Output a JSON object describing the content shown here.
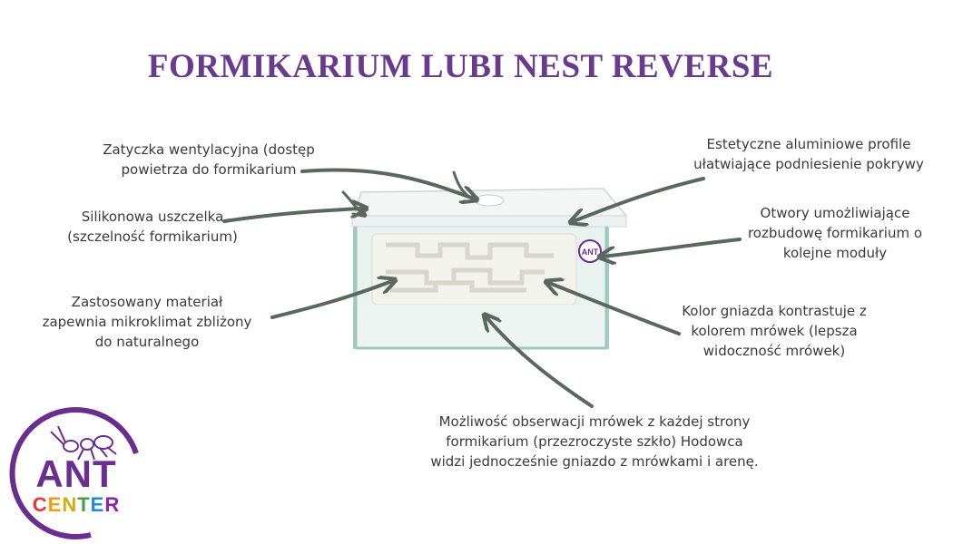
{
  "title": "FORMIKARIUM LUBI NEST REVERSE",
  "callouts": {
    "vent_plug": [
      "Zatyczka wentylacyjna (dostęp",
      "powietrza do formikarium"
    ],
    "seal": [
      "Silikonowa uszczelka",
      "(szczelność formikarium)"
    ],
    "material": [
      "Zastosowany materiał",
      "zapewnia mikroklimat zbliżony",
      "do naturalnego"
    ],
    "profiles": [
      "Estetyczne aluminiowe profile",
      "ułatwiające podniesienie pokrywy"
    ],
    "openings": [
      "Otwory umożliwiające",
      "rozbudowę formikarium o",
      "kolejne moduły"
    ],
    "color": [
      "Kolor gniazda kontrastuje z",
      "kolorem mrówek (lepsza",
      "widoczność mrówek)"
    ],
    "observation": [
      "Możliwość obserwacji mrówek z każdej strony",
      "formikarium (przezroczyste szkło) Hodowca",
      "widzi jednocześnie gniazdo z mrówkami i arenę."
    ]
  },
  "product_badge": "ANT",
  "logo": {
    "ant": "ANT",
    "center_letters": [
      "C",
      "E",
      "N",
      "T",
      "E",
      "R"
    ]
  },
  "colors": {
    "title": "#6a3a8f",
    "arrow": "#5a6760",
    "logo_purple": "#6a2f8e",
    "center_letters": [
      "#e53935",
      "#f39c12",
      "#f1c40f",
      "#43a047",
      "#1e88e5",
      "#8e24aa"
    ]
  },
  "icons": [
    "arrow-icon",
    "ant-icon"
  ]
}
